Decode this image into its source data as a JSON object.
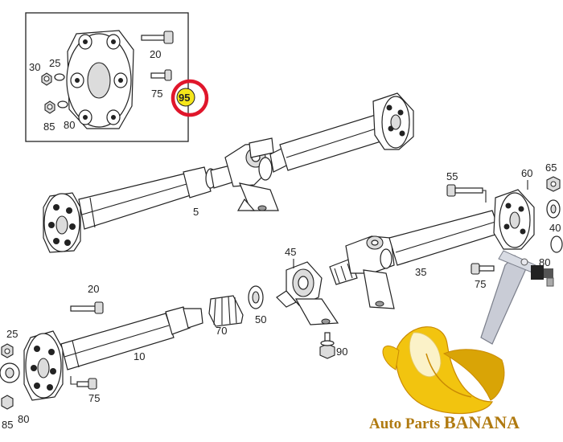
{
  "labels": {
    "inset_30": "30",
    "inset_25": "25",
    "inset_85": "85",
    "inset_80": "80",
    "inset_20": "20",
    "inset_75": "75",
    "inset_95": "95",
    "shaft_5": "5",
    "part_45": "45",
    "part_55": "55",
    "part_60": "60",
    "part_65": "65",
    "part_40": "40",
    "part_80_right": "80",
    "part_75_right": "75",
    "part_35": "35",
    "part_20_lower": "20",
    "part_25_lower": "25",
    "part_70": "70",
    "part_50": "50",
    "part_10": "10",
    "part_90": "90",
    "part_75_lower": "75",
    "part_80_lower": "80",
    "part_85_lower": "85"
  },
  "highlight": {
    "part_number": "95",
    "ring_color": "#e0162b",
    "fill_color": "#f5e61a"
  },
  "watermark": {
    "prefix": "Auto Parts ",
    "brand": "BANANA",
    "color": "#b07a10"
  },
  "colors": {
    "banana": "#f2c40f",
    "banana_shadow": "#d9a406",
    "banana_flesh": "#fbf2c8",
    "link_arm": "#c9ccd6"
  }
}
